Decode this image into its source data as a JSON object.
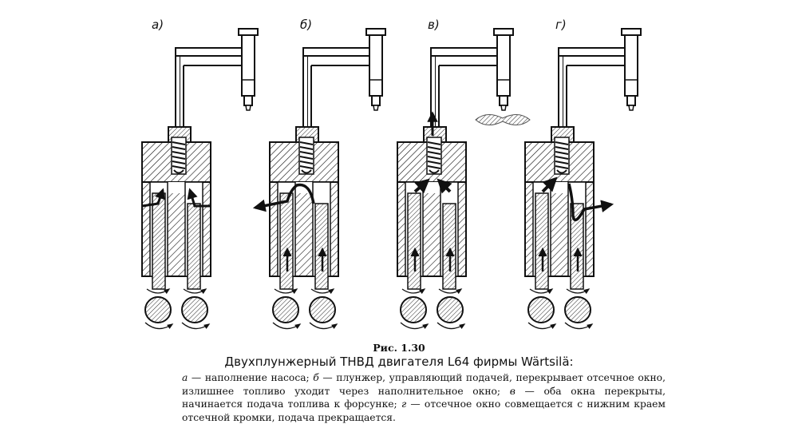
{
  "figure": {
    "number": "Рис. 1.30",
    "title": "Двухплунжерный ТНВД двигателя L64 фирмы Wärtsilä:",
    "panels": [
      {
        "key": "a",
        "label": "а)"
      },
      {
        "key": "b",
        "label": "б)"
      },
      {
        "key": "v",
        "label": "в)"
      },
      {
        "key": "g",
        "label": "г)"
      }
    ],
    "caption": [
      {
        "letter": "а",
        "text": " — наполнение насоса; "
      },
      {
        "letter": "б",
        "text": " — плунжер, управляющий подачей, перекрывает отсечное окно, излишнее топливо уходит через наполнительное окно; "
      },
      {
        "letter": "в",
        "text": " — оба окна перекрыты, начинается подача топлива к форсунке; "
      },
      {
        "letter": "г",
        "text": " — отсечное окно совмещается с нижним краем отсечной кромки, подача прекращается."
      }
    ]
  }
}
